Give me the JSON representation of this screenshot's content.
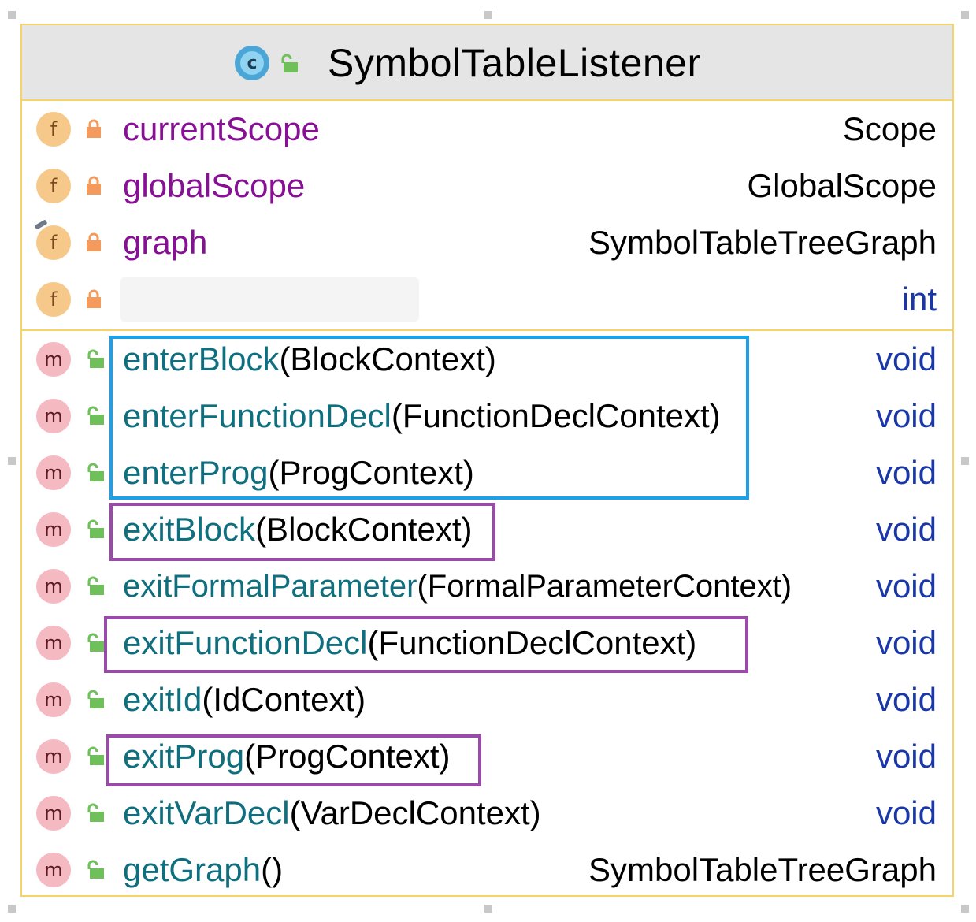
{
  "class": {
    "name": "SymbolTableListener",
    "icon": "class-icon",
    "icon_letter": "c",
    "visibility_icon": "public-lock-icon"
  },
  "fields": [
    {
      "icon_letter": "f",
      "visibility": "private-lock-icon",
      "name": "currentScope",
      "type": "Scope"
    },
    {
      "icon_letter": "f",
      "visibility": "private-lock-icon",
      "name": "globalScope",
      "type": "GlobalScope"
    },
    {
      "icon_letter": "f",
      "visibility": "private-lock-icon",
      "name": "graph",
      "type": "SymbolTableTreeGraph"
    },
    {
      "icon_letter": "f",
      "visibility": "private-lock-icon",
      "name": "",
      "type": "int"
    }
  ],
  "methods": [
    {
      "icon_letter": "m",
      "visibility": "public-lock-icon",
      "name": "enterBlock",
      "params": "(BlockContext)",
      "type": "void"
    },
    {
      "icon_letter": "m",
      "visibility": "public-lock-icon",
      "name": "enterFunctionDecl",
      "params": "(FunctionDeclContext)",
      "type": "void"
    },
    {
      "icon_letter": "m",
      "visibility": "public-lock-icon",
      "name": "enterProg",
      "params": "(ProgContext)",
      "type": "void"
    },
    {
      "icon_letter": "m",
      "visibility": "public-lock-icon",
      "name": "exitBlock",
      "params": "(BlockContext)",
      "type": "void"
    },
    {
      "icon_letter": "m",
      "visibility": "public-lock-icon",
      "name": "exitFormalParameter",
      "params": "(FormalParameterContext)",
      "type": "void"
    },
    {
      "icon_letter": "m",
      "visibility": "public-lock-icon",
      "name": "exitFunctionDecl",
      "params": "(FunctionDeclContext)",
      "type": "void"
    },
    {
      "icon_letter": "m",
      "visibility": "public-lock-icon",
      "name": "exitId",
      "params": "(IdContext)",
      "type": "void"
    },
    {
      "icon_letter": "m",
      "visibility": "public-lock-icon",
      "name": "exitProg",
      "params": "(ProgContext)",
      "type": "void"
    },
    {
      "icon_letter": "m",
      "visibility": "public-lock-icon",
      "name": "exitVarDecl",
      "params": "(VarDeclContext)",
      "type": "void"
    },
    {
      "icon_letter": "m",
      "visibility": "public-lock-icon",
      "name": "getGraph",
      "params": "()",
      "type": "SymbolTableTreeGraph"
    }
  ],
  "colors": {
    "border": "#f3d36a",
    "header_bg": "#e5e5e5",
    "field_name": "#871094",
    "method_name": "#0f6f7f",
    "keyword_type": "#1a37a8",
    "highlight_blue": "#1ea0e6",
    "highlight_purple": "#9a4aa8"
  }
}
